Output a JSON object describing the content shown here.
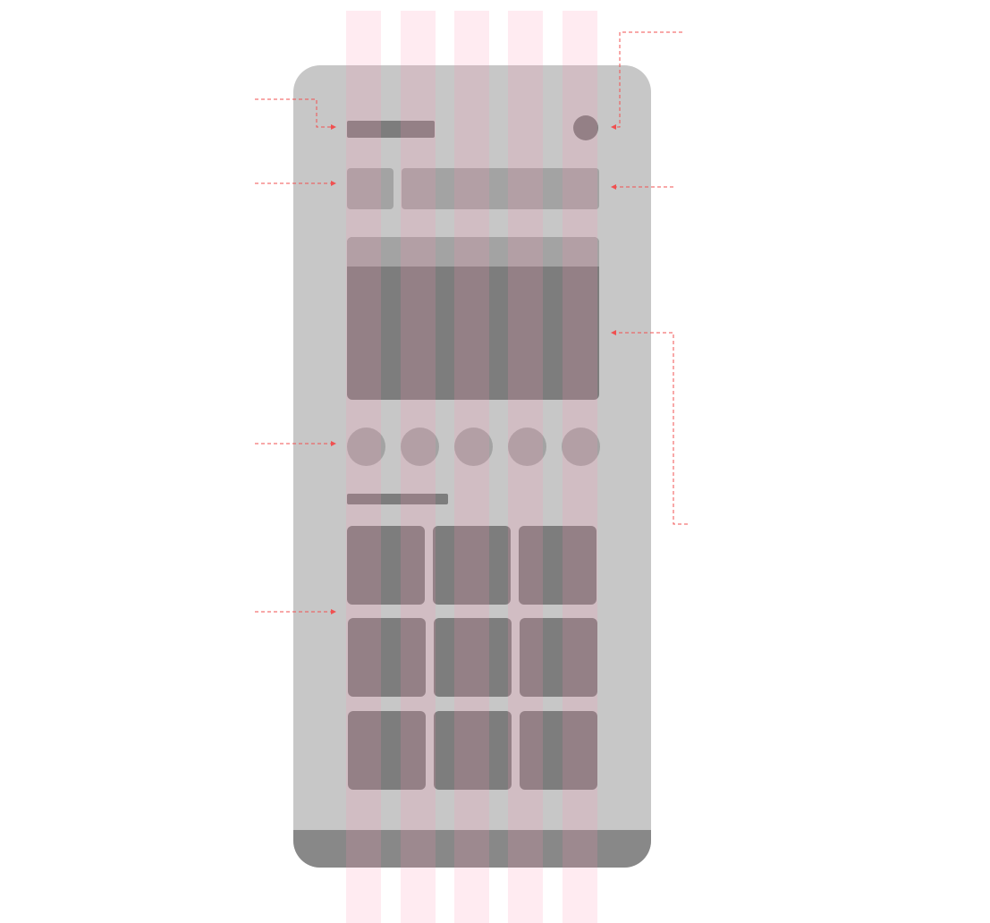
{
  "colors": {
    "page": "#ffffff",
    "phone": "#c7c7c7",
    "block_dark": "#7d7d7d",
    "block_light": "#a3a3a3",
    "bottom_bar": "#888888",
    "grid_column": "#ff90b0",
    "annotation": "#f05050"
  },
  "grid": {
    "columns": 5
  },
  "components": {
    "header": [
      "logo-bar",
      "avatar-icon"
    ],
    "toolbar": [
      "filter-button",
      "search-bar"
    ],
    "hero": [
      "hero-tab-strip",
      "hero-banner"
    ],
    "category_circles": 5,
    "section_title": "section-title-bar",
    "tile_grid": {
      "rows": 3,
      "cols": 3
    },
    "bottom_nav": "bottom-nav-bar"
  }
}
